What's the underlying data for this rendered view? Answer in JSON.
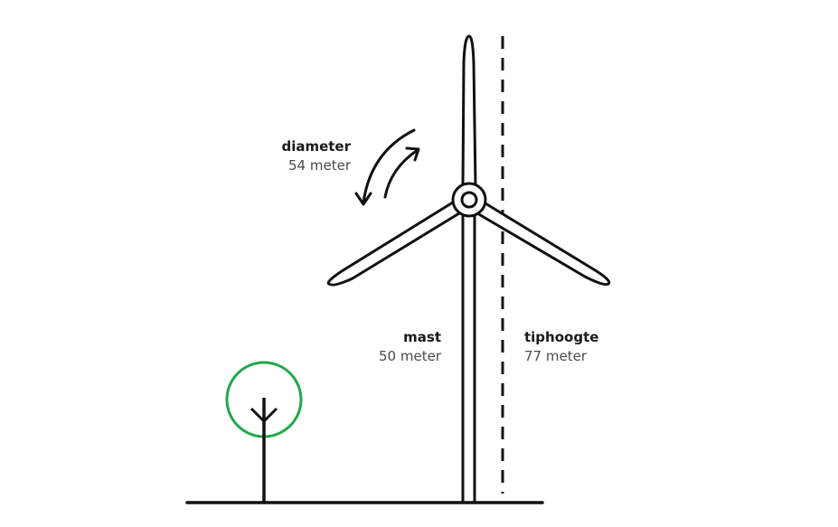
{
  "labels": {
    "diameter": {
      "title": "diameter",
      "value": "54 meter"
    },
    "mast": {
      "title": "mast",
      "value": "50 meter"
    },
    "tiphoogte": {
      "title": "tiphoogte",
      "value": "77 meter"
    }
  },
  "colors": {
    "stroke": "#111111",
    "tree_crown": "#22a84a",
    "text_value": "#4a4a4a"
  }
}
